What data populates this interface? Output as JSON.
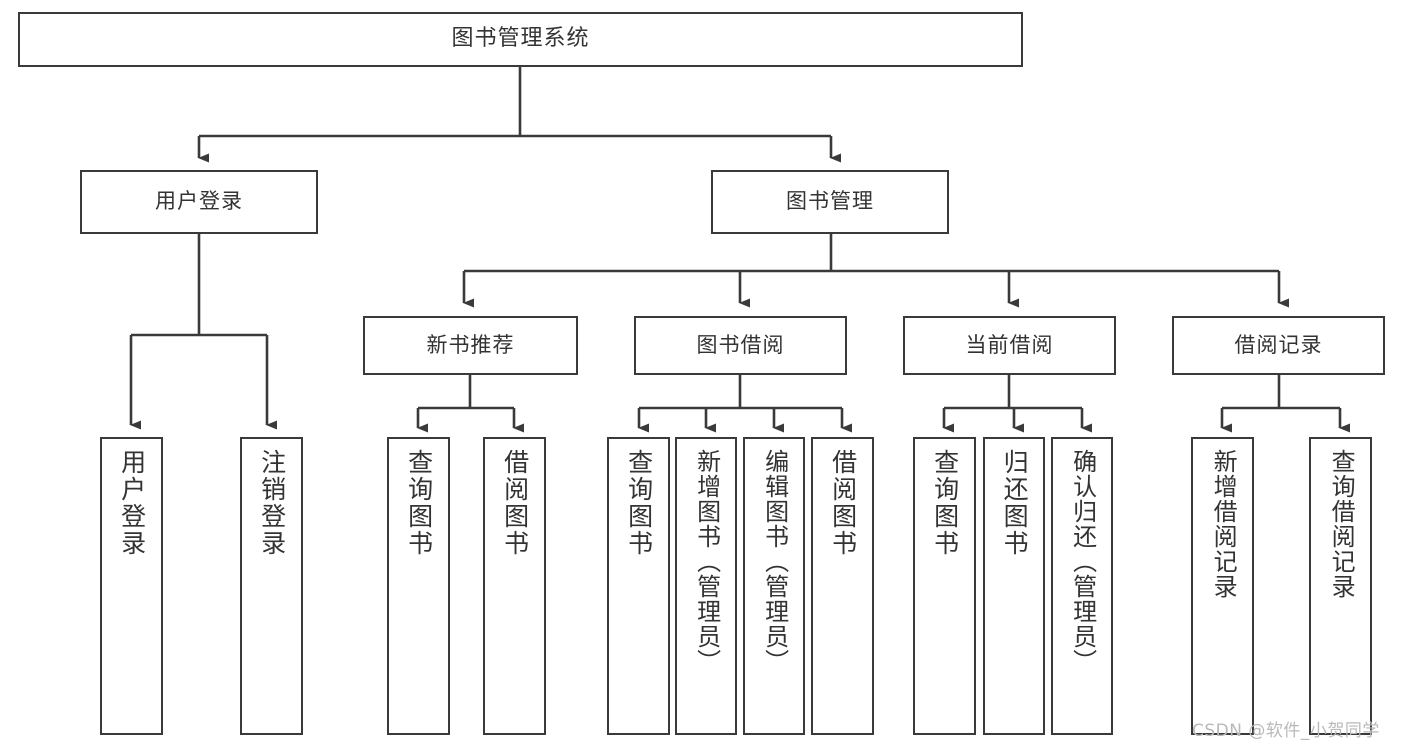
{
  "diagram": {
    "type": "tree-hierarchy-chart",
    "title": "图书管理系统",
    "colors": {
      "stroke": "#3a3a3a",
      "text": "#333333",
      "background": "#ffffff",
      "watermark": "#b9b9b9"
    },
    "root": {
      "label": "图书管理系统"
    },
    "level2": [
      {
        "id": "user-login",
        "label": "用户登录"
      },
      {
        "id": "book-management",
        "label": "图书管理"
      }
    ],
    "level3": [
      {
        "id": "new-book-recommend",
        "label": "新书推荐",
        "parent": "book-management"
      },
      {
        "id": "book-borrow",
        "label": "图书借阅",
        "parent": "book-management"
      },
      {
        "id": "current-borrow",
        "label": "当前借阅",
        "parent": "book-management"
      },
      {
        "id": "borrow-record",
        "label": "借阅记录",
        "parent": "book-management"
      }
    ],
    "leaves": [
      {
        "id": "leaf-user-login",
        "label": "用户登录",
        "parent": "user-login"
      },
      {
        "id": "leaf-logout",
        "label": "注销登录",
        "parent": "user-login"
      },
      {
        "id": "leaf-query-book-1",
        "label": "查询图书",
        "parent": "new-book-recommend"
      },
      {
        "id": "leaf-borrow-book-1",
        "label": "借阅图书",
        "parent": "new-book-recommend"
      },
      {
        "id": "leaf-query-book-2",
        "label": "查询图书",
        "parent": "book-borrow"
      },
      {
        "id": "leaf-add-book",
        "label": "新增图书（管理员）",
        "parent": "book-borrow"
      },
      {
        "id": "leaf-edit-book",
        "label": "编辑图书（管理员）",
        "parent": "book-borrow"
      },
      {
        "id": "leaf-borrow-book-2",
        "label": "借阅图书",
        "parent": "book-borrow"
      },
      {
        "id": "leaf-query-book-3",
        "label": "查询图书",
        "parent": "current-borrow"
      },
      {
        "id": "leaf-return-book",
        "label": "归还图书",
        "parent": "current-borrow"
      },
      {
        "id": "leaf-confirm-return",
        "label": "确认归还（管理员）",
        "parent": "current-borrow"
      },
      {
        "id": "leaf-add-record",
        "label": "新增借阅记录",
        "parent": "borrow-record"
      },
      {
        "id": "leaf-query-record",
        "label": "查询借阅记录",
        "parent": "borrow-record"
      }
    ]
  },
  "watermark": {
    "text": "CSDN @软件_小贺同学"
  }
}
